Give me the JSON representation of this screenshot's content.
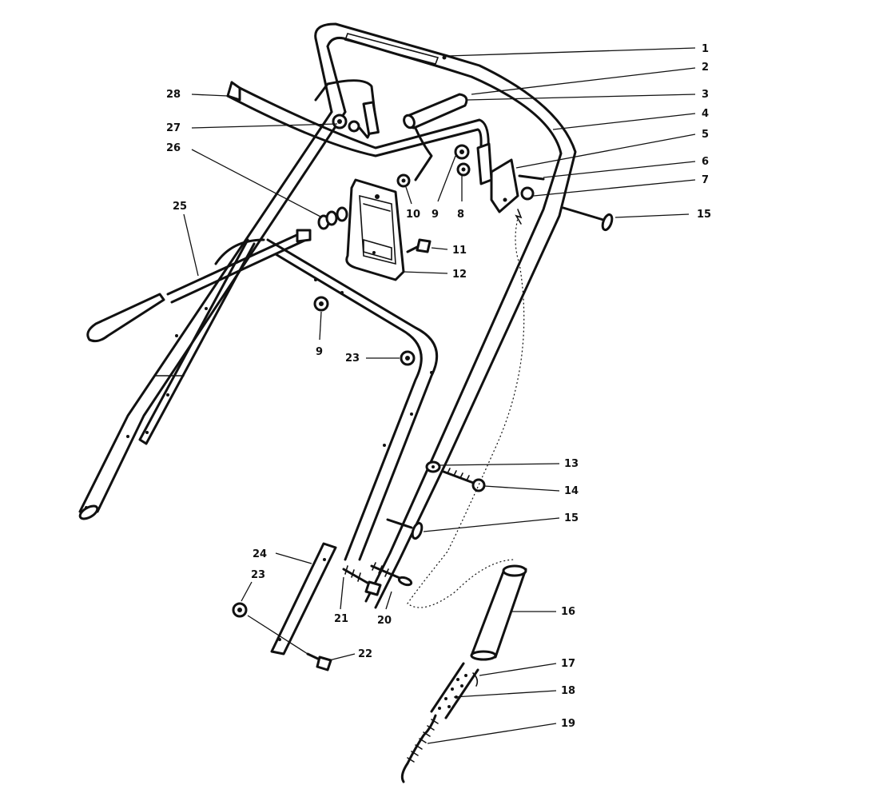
{
  "callouts": [
    {
      "id": "1",
      "label": "1"
    },
    {
      "id": "2",
      "label": "2"
    },
    {
      "id": "3",
      "label": "3"
    },
    {
      "id": "4",
      "label": "4"
    },
    {
      "id": "5",
      "label": "5"
    },
    {
      "id": "6",
      "label": "6"
    },
    {
      "id": "7",
      "label": "7"
    },
    {
      "id": "15a",
      "label": "15"
    },
    {
      "id": "8",
      "label": "8"
    },
    {
      "id": "9a",
      "label": "9"
    },
    {
      "id": "10",
      "label": "10"
    },
    {
      "id": "11",
      "label": "11"
    },
    {
      "id": "12",
      "label": "12"
    },
    {
      "id": "9b",
      "label": "9"
    },
    {
      "id": "23a",
      "label": "23"
    },
    {
      "id": "13",
      "label": "13"
    },
    {
      "id": "14",
      "label": "14"
    },
    {
      "id": "15b",
      "label": "15"
    },
    {
      "id": "16",
      "label": "16"
    },
    {
      "id": "17",
      "label": "17"
    },
    {
      "id": "18",
      "label": "18"
    },
    {
      "id": "19",
      "label": "19"
    },
    {
      "id": "20",
      "label": "20"
    },
    {
      "id": "21",
      "label": "21"
    },
    {
      "id": "22",
      "label": "22"
    },
    {
      "id": "23b",
      "label": "23"
    },
    {
      "id": "24",
      "label": "24"
    },
    {
      "id": "25",
      "label": "25"
    },
    {
      "id": "26",
      "label": "26"
    },
    {
      "id": "27",
      "label": "27"
    },
    {
      "id": "28",
      "label": "28"
    }
  ]
}
